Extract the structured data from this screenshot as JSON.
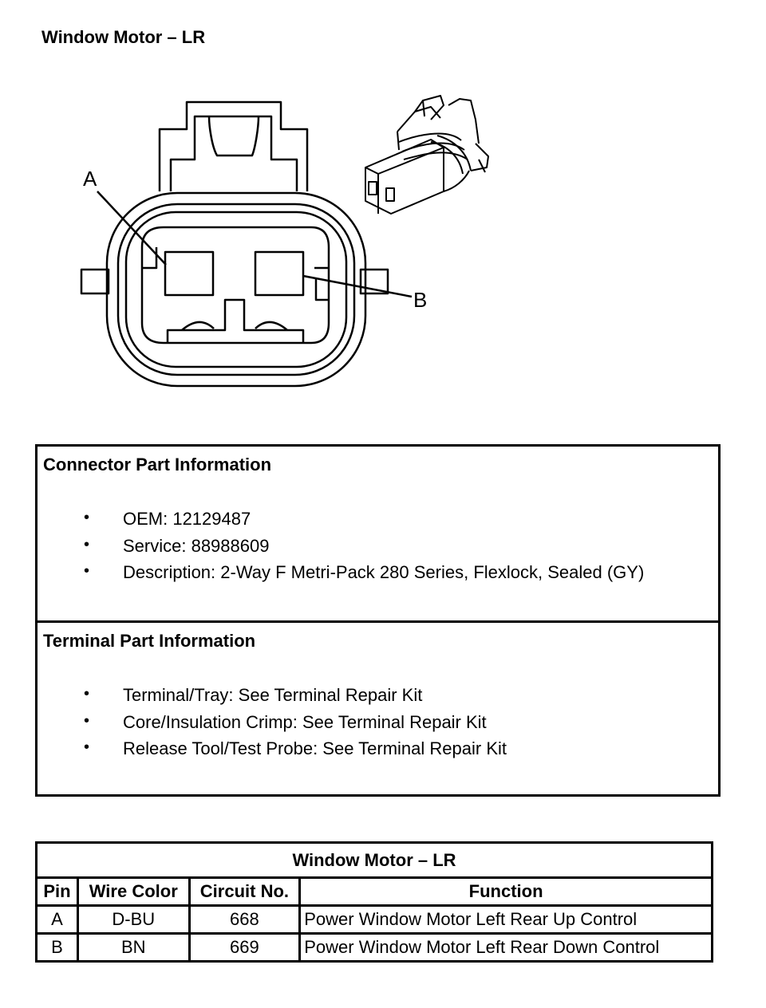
{
  "page": {
    "title": "Window Motor – LR"
  },
  "drawing": {
    "pin_a_label": "A",
    "pin_b_label": "B"
  },
  "connector_info": {
    "heading": "Connector Part Information",
    "items": [
      "OEM: 12129487",
      "Service: 88988609",
      "Description: 2-Way F Metri-Pack 280 Series, Flexlock, Sealed (GY)"
    ]
  },
  "terminal_info": {
    "heading": "Terminal Part Information",
    "items": [
      "Terminal/Tray: See Terminal Repair Kit",
      "Core/Insulation Crimp: See Terminal Repair Kit",
      "Release Tool/Test Probe: See Terminal Repair Kit"
    ]
  },
  "pin_table": {
    "title": "Window Motor – LR",
    "headers": [
      "Pin",
      "Wire Color",
      "Circuit No.",
      "Function"
    ],
    "rows": [
      [
        "A",
        "D-BU",
        "668",
        "Power Window Motor Left Rear Up Control"
      ],
      [
        "B",
        "BN",
        "669",
        "Power Window Motor Left Rear Down Control"
      ]
    ]
  }
}
